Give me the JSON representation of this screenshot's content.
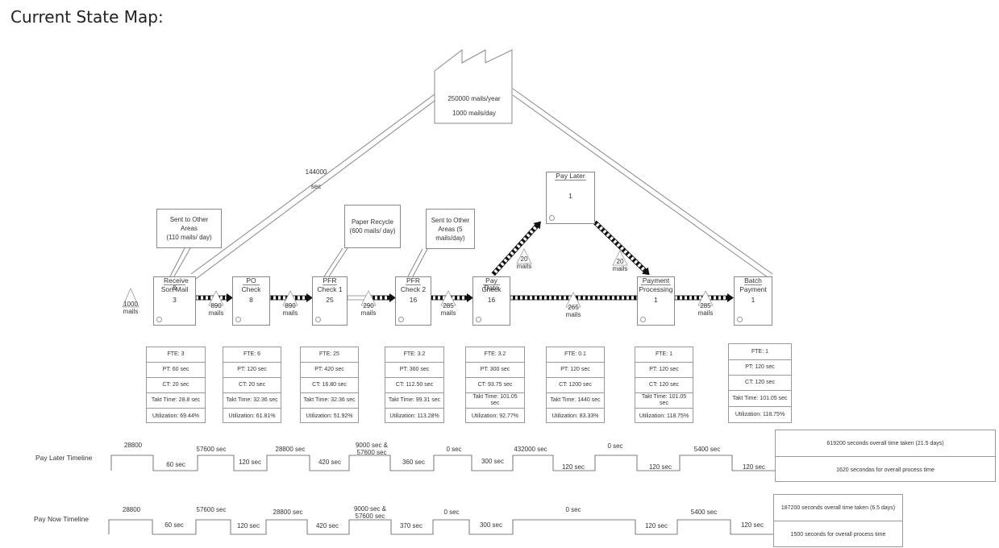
{
  "title": "Current State Map:",
  "factory": {
    "line1": "250000 mails/year",
    "line2": "1000 mails/day"
  },
  "link_label": {
    "value": "144000",
    "unit": "sec"
  },
  "callouts": [
    {
      "text": "Sent to Other\nAreas\n(110 mails/ day)"
    },
    {
      "text": "Paper Recycle\n(600 mails/ day)"
    },
    {
      "text": "Sent to Other\nAreas (5\nmails/day)"
    }
  ],
  "processes": [
    {
      "title": "Receive &",
      "title2": "Sort Mail",
      "value": "3"
    },
    {
      "title": "PO",
      "title2": "Check",
      "value": "8"
    },
    {
      "title": "PFR",
      "title2": "Check 1",
      "value": "25"
    },
    {
      "title": "PFR",
      "title2": "Check 2",
      "value": "16"
    },
    {
      "title": "Pay Date",
      "title2": "Check",
      "value": "16"
    },
    {
      "title": "Pay Later",
      "title2": "",
      "value": "1"
    },
    {
      "title": "Payment",
      "title2": "Processing",
      "value": "1"
    },
    {
      "title": "Batch",
      "title2": "Payment",
      "value": "1"
    }
  ],
  "inventory": [
    {
      "value": "1000",
      "unit": "mails"
    },
    {
      "value": "890",
      "unit": "mails"
    },
    {
      "value": "890",
      "unit": "mails"
    },
    {
      "value": "290",
      "unit": "mails"
    },
    {
      "value": "285",
      "unit": "mails"
    },
    {
      "value": "20",
      "unit": "mails"
    },
    {
      "value": "20",
      "unit": "mails"
    },
    {
      "value": "265",
      "unit": "mails"
    },
    {
      "value": "285",
      "unit": "mails"
    }
  ],
  "data_boxes": [
    {
      "rows": [
        "FTE: 3",
        "PT: 60 sec",
        "CT: 20 sec",
        "Takt Time: 28.8 sec",
        "Utilization: 69.44%"
      ]
    },
    {
      "rows": [
        "FTE: 6",
        "PT: 120 sec",
        "CT: 20 sec",
        "Takt Time: 32.36 sec",
        "Utilization: 61.81%"
      ]
    },
    {
      "rows": [
        "FTE: 25",
        "PT: 420 sec",
        "CT: 16.80 sec",
        "Takt Time: 32.36 sec",
        "Utilization: 51.92%"
      ]
    },
    {
      "rows": [
        "FTE: 3.2",
        "PT: 360 sec",
        "CT: 112.50 sec",
        "Takt Time: 99.31 sec",
        "Utilization: 113.28%"
      ]
    },
    {
      "rows": [
        "FTE: 3.2",
        "PT: 300 sec",
        "CT: 93.75 sec",
        "Takt Time: 101.05 sec",
        "Utilization: 92.77%"
      ]
    },
    {
      "rows": [
        "FTE: 0.1",
        "PT: 120 sec",
        "CT: 1200 sec",
        "Takt Time: 1440 sec",
        "Utilization: 83.33%"
      ]
    },
    {
      "rows": [
        "FTE: 1",
        "PT: 120 sec",
        "CT: 120 sec",
        "Takt Time: 101.05 sec",
        "Utilization: 118.75%"
      ]
    },
    {
      "rows": [
        "FTE: 1",
        "PT: 120 sec",
        "CT: 120 sec",
        "Takt Time: 101.05 sec",
        "Utilization: 118.75%"
      ]
    }
  ],
  "timelines": [
    {
      "label": "Pay Later Timeline",
      "top": [
        "28800",
        "57600 sec",
        "28800 sec",
        "9000 sec  &\n57600 sec",
        "0 sec",
        "432000 sec",
        "0 sec",
        "5400 sec"
      ],
      "bottom": [
        "60 sec",
        "120 sec",
        "420 sec",
        "360 sec",
        "300 sec",
        "120 sec",
        "120 sec",
        "120 sec"
      ],
      "summary": [
        "619200 seconds overall time taken (21.5 days)",
        "1620 secondas for overall process time"
      ]
    },
    {
      "label": "Pay Now Timeline",
      "top": [
        "28800",
        "57600 sec",
        "28800 sec",
        "9000 sec  &\n57600 sec",
        "0 sec",
        "0 sec",
        "5400 sec"
      ],
      "bottom": [
        "60 sec",
        "120 sec",
        "420 sec",
        "370 sec",
        "300 sec",
        "120 sec",
        "120 sec"
      ],
      "summary": [
        "187200 seconds overall time taken (6.5 days)",
        "1500 seconds for overall process time"
      ]
    }
  ]
}
